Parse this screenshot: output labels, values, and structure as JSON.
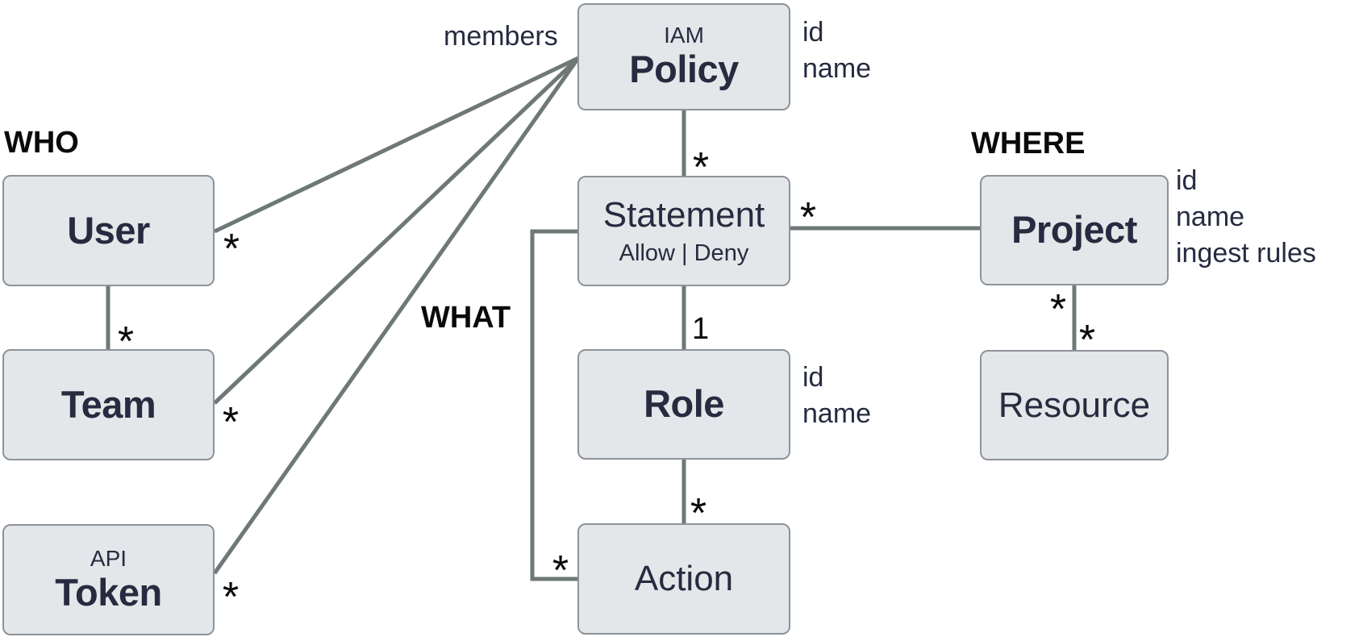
{
  "colors": {
    "background": "#ffffff",
    "box_fill": "#e4e7e9",
    "box_border": "#8d9399",
    "connector_line": "#6e7977",
    "entity_text": "#262b40",
    "group_label_text": "#0a0a0a"
  },
  "groups": {
    "who": "WHO",
    "what": "WHAT",
    "where": "WHERE"
  },
  "edge_label": "members",
  "entities": {
    "policy": {
      "super": "IAM",
      "name": "Policy",
      "attrs": [
        "id",
        "name"
      ]
    },
    "user": {
      "name": "User"
    },
    "team": {
      "name": "Team"
    },
    "token": {
      "super": "API",
      "name": "Token"
    },
    "statement": {
      "name": "Statement",
      "sub": "Allow | Deny"
    },
    "role": {
      "name": "Role",
      "attrs": [
        "id",
        "name"
      ]
    },
    "action": {
      "name": "Action"
    },
    "project": {
      "name": "Project",
      "attrs": [
        "id",
        "name",
        "ingest rules"
      ]
    },
    "resource": {
      "name": "Resource"
    }
  },
  "multiplicities": {
    "policy_statement": "*",
    "statement_project": "*",
    "statement_role": "1",
    "role_action": "*",
    "statement_action": "*",
    "user_policy": "*",
    "team_policy": "*",
    "token_policy": "*",
    "user_team": "*",
    "project_resource_upper": "*",
    "project_resource_lower": "*"
  }
}
